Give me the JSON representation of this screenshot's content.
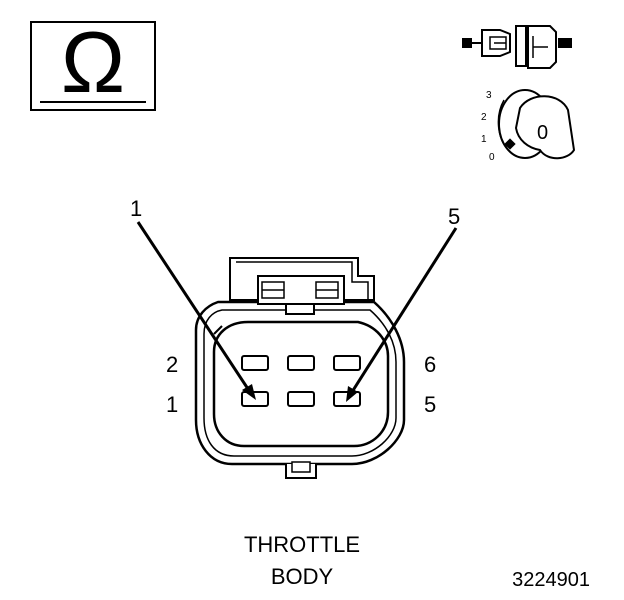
{
  "symbols": {
    "meter_symbol": "Ω",
    "ignition_positions": [
      "3",
      "2",
      "1",
      "0"
    ],
    "key_label": "0"
  },
  "callouts": {
    "left": "1",
    "right": "5"
  },
  "pin_labels": {
    "top_left": "2",
    "bottom_left": "1",
    "top_right": "6",
    "bottom_right": "5"
  },
  "caption": {
    "line1": "THROTTLE",
    "line2": "BODY"
  },
  "figure_number": "3224901"
}
